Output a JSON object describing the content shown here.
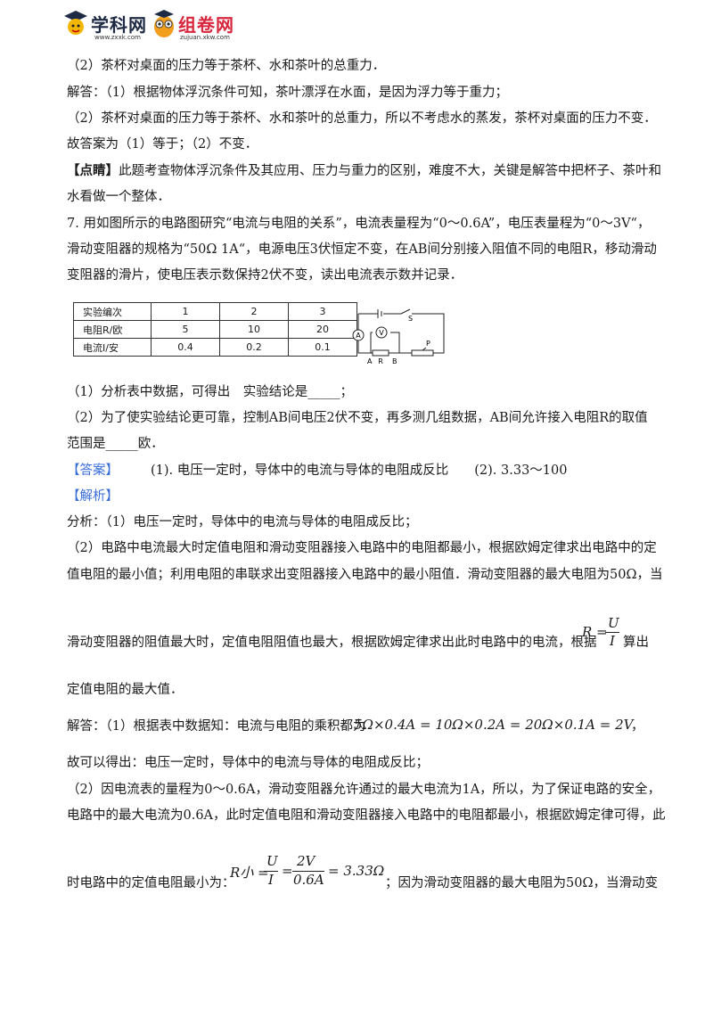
{
  "header": {
    "logo1_name": "学科网",
    "logo1_url_text": "www.zxxk.com",
    "logo2_name": "组卷网",
    "logo2_url_text": "zujuan.xkw.com"
  },
  "lines": {
    "l1": "（2）茶杯对桌面的压力等于茶杯、水和茶叶的总重力．",
    "l2": "解答：（1）根据物体浮沉条件可知，茶叶漂浮在水面，是因为浮力等于重力；",
    "l3": "（2）茶杯对桌面的压力等于茶杯、水和茶叶的总重力，所以不考虑水的蒸发，茶杯对桌面的压力不变．",
    "l4": "故答案为（1）等于；（2）不变．",
    "l5_tag": "【点睛】",
    "l5": "此题考查物体浮沉条件及其应用、压力与重力的区别，难度不大，关键是解答中把杯子、茶叶和",
    "l6": "水看做一个整体．",
    "l7": "7. 用如图所示的电路图研究“电流与电阻的关系”，电流表量程为“0～0.6A”，电压表量程为“0～3V“，",
    "l8": "滑动变阻器的规格为“50Ω 1A“，电源电压3伏恒定不变，在AB间分别接入阻值不同的电阻R，移动滑动",
    "l9": "变阻器的滑片，使电压表示数保持2伏不变，读出电流表示数并记录．",
    "q1": "（1）分析表中数据，可得出　实验结论是_____；",
    "q2a": "（2）为了使实验结论更可靠，控制AB间电压2伏不变，再多测几组数据，AB间允许接入电阻R的取值",
    "q2b": "范围是_____欧．",
    "ans_tag": "【答案】",
    "ans_text": "(1). 电压一定时，导体中的电流与导体的电阻成反比　　(2). 3.33～100",
    "analysis_tag": "【解析】",
    "a1": "分析：（1）电压一定时，导体中的电流与导体的电阻成反比；",
    "a2": "（2）电路中电流最大时定值电阻和滑动变阻器接入电路中的电阻都最小，根据欧姆定律求出电路中的定",
    "a3": "值电阻的最小值；利用电阻的串联求出变阻器接入电路中的最小阻值．滑动变阻器的最大电阻为50Ω，当",
    "a4": "滑动变阻器的阻值最大时，定值电阻阻值也最大，根据欧姆定律求出此时电路中的电流，根据",
    "a4_end": "算出",
    "a5": "定值电阻的最大值．",
    "a6": "解答：（1）根据表中数据知：电流与电阻的乘积都为",
    "a6_eq": "5Ω×0.4A = 10Ω×0.2A = 20Ω×0.1A = 2V",
    "a6_end": "，",
    "a7": "故可以得出：电压一定时，导体中的电流与导体的电阻成反比；",
    "a8": "（2）因电流表的量程为0～0.6A，滑动变阻器允许通过的最大电流为1A，所以，为了保证电路的安全，",
    "a9": "电路中的最大电流为0.6A，此时定值电阻和滑动变阻器接入电路中的电阻都最小，根据欧姆定律可得，此",
    "a10": "时电路中的定值电阻最小为：",
    "a10_end": "；因为滑动变阻器的最大电阻为50Ω，当滑动变"
  },
  "formula1": {
    "lhs": "R =",
    "num": "U",
    "den": "I"
  },
  "formula2": {
    "lhs": "R小 =",
    "num1": "U",
    "den1": "I",
    "eq": "=",
    "num2": "2V",
    "den2": "0.6A",
    "rhs": "= 3.33Ω"
  },
  "table": {
    "rows": [
      {
        "label": "实验编次",
        "cells": [
          "1",
          "2",
          "3"
        ]
      },
      {
        "label": "电阻R/欧",
        "cells": [
          "5",
          "10",
          "20"
        ]
      },
      {
        "label": "电流I/安",
        "cells": [
          "0.4",
          "0.2",
          "0.1"
        ]
      }
    ]
  },
  "circuit": {
    "ammeter": "A",
    "voltmeter": "V",
    "switch": "S",
    "slider": "P",
    "point_a": "A",
    "point_b": "B",
    "resistor": "R"
  }
}
